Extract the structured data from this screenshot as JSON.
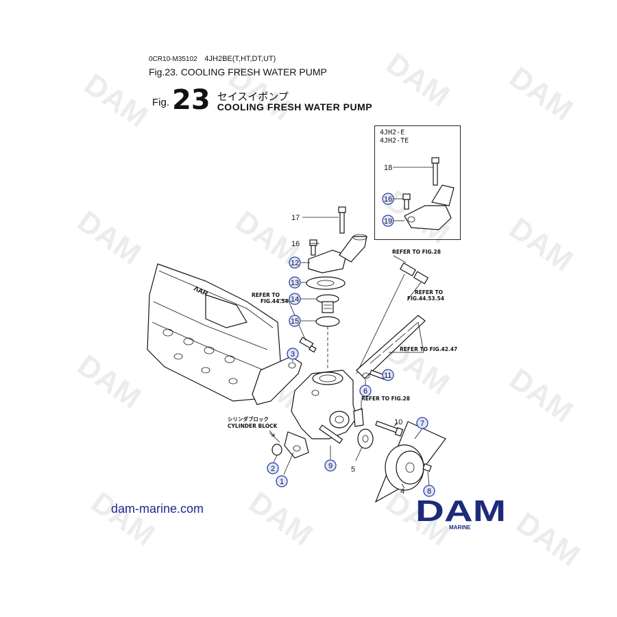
{
  "header": {
    "code": "0CR10-M35102",
    "model": "4JH2BE(T,HT,DT,UT)",
    "fig_line": "Fig.23.  COOLING FRESH WATER PUMP"
  },
  "figure": {
    "fig_label": "Fig.",
    "fig_number": "23",
    "title_jp": "セイスイポンプ",
    "title_en": "COOLING FRESH WATER PUMP"
  },
  "inset": {
    "models_line1": "4JH2-E",
    "models_line2": "4JH2-TE",
    "label_18": "18",
    "label_16": "16",
    "label_19": "19"
  },
  "labels": {
    "n17": "17",
    "n16": "16",
    "n12": "12",
    "n13": "13",
    "n14": "14",
    "n15": "15",
    "n3": "3",
    "n11": "11",
    "n6": "6",
    "n10": "10",
    "n7": "7",
    "n5": "5",
    "n4": "4",
    "n8": "8",
    "n9": "9",
    "n2": "2",
    "n1": "1"
  },
  "references": {
    "refer_to": "REFER TO",
    "fig_44_54": "FIG.44.54",
    "fig_28_top": "REFER TO FIG.28",
    "fig_44_53_54": "FIG.44.53.54",
    "fig_42_47": "REFER TO FIG.42.47",
    "fig_28_bottom": "REFER TO FIG.28"
  },
  "cylinder_block": {
    "jp": "シリンダブロック",
    "en": "CYLINDER BLOCK"
  },
  "footer": {
    "site": "dam-marine.com",
    "logo_text": "DAM",
    "logo_sub": "MARINE"
  },
  "watermark": "DAM",
  "colors": {
    "callout_fill": "#dfe6ff",
    "callout_stroke": "#2b3ea8",
    "logo_blue": "#1e2a7a",
    "url_blue": "#1a2a8a"
  }
}
